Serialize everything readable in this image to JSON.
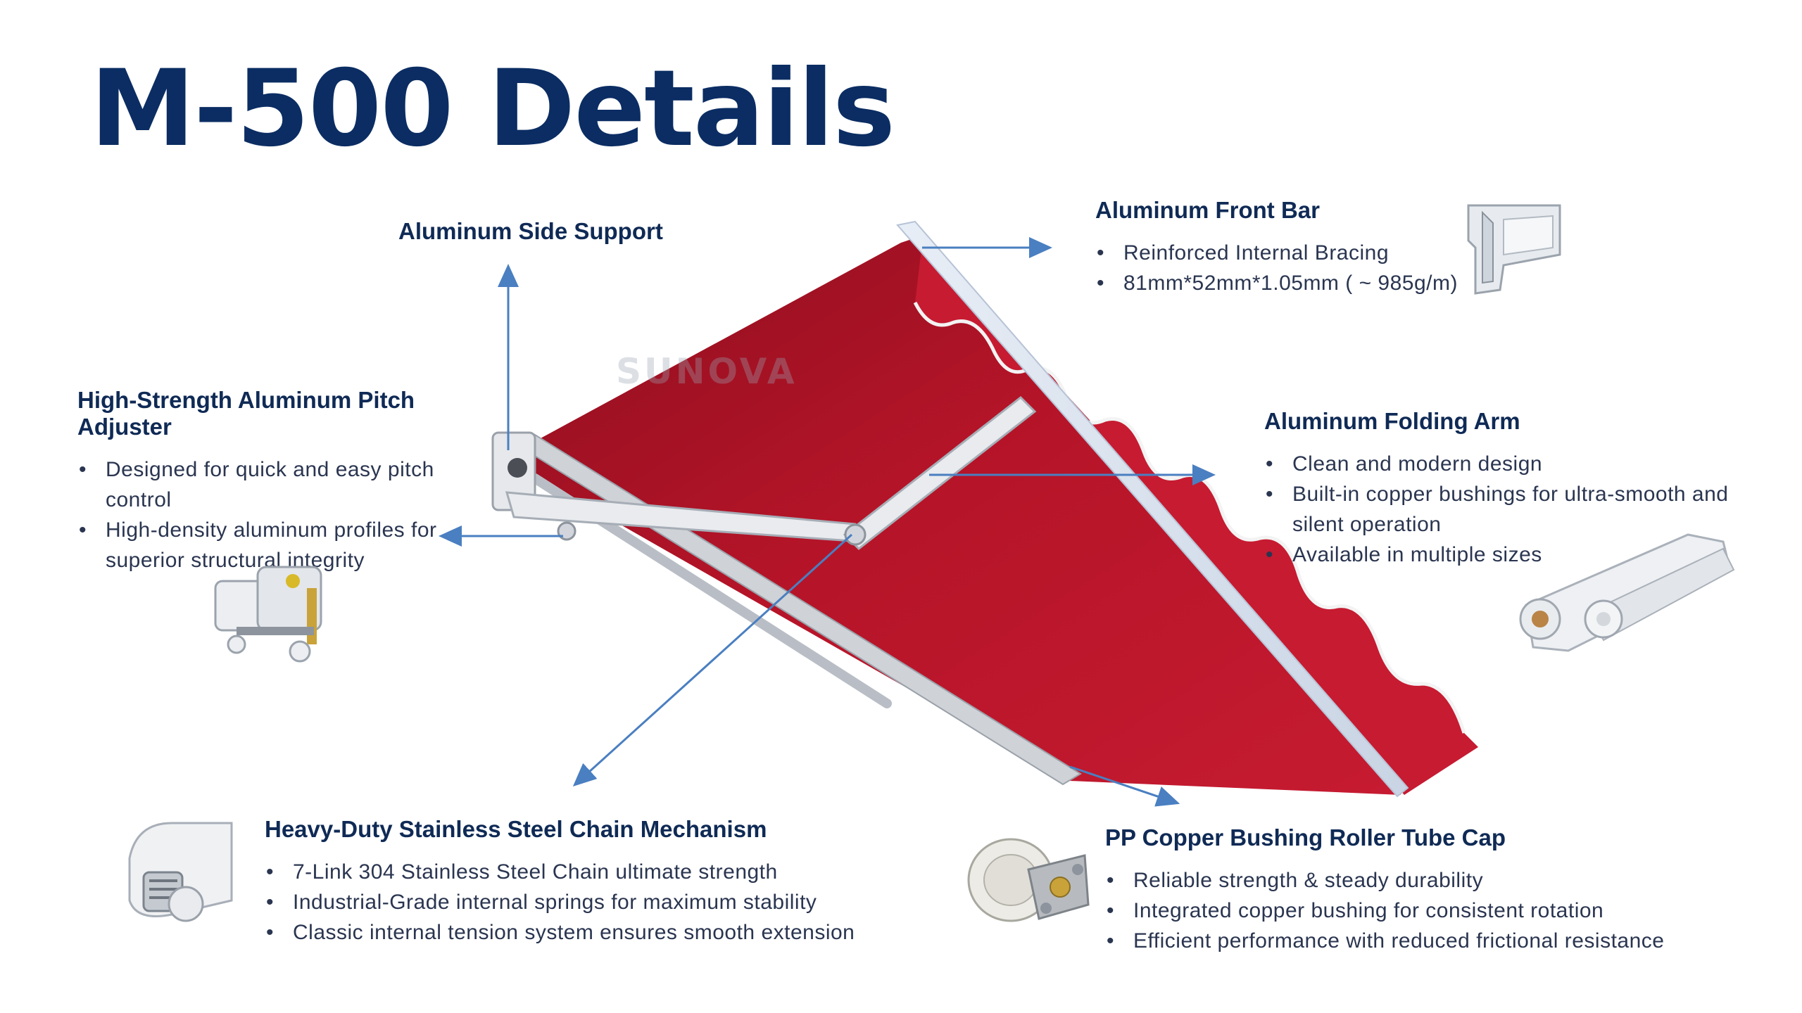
{
  "title": "M-500 Details",
  "watermark": "SUNOVA",
  "colors": {
    "title": "#0b2d63",
    "heading": "#0f2a55",
    "body_text": "#2a3550",
    "fabric": "#b51428",
    "fabric_edge": "#d8354c",
    "pointer_line": "#4a7fc1"
  },
  "features": {
    "side_support": {
      "heading": "Aluminum Side Support"
    },
    "front_bar": {
      "heading": "Aluminum Front Bar",
      "bullets": [
        "Reinforced Internal Bracing",
        "81mm*52mm*1.05mm ( ~ 985g/m)"
      ]
    },
    "pitch_adjuster": {
      "heading": "High-Strength Aluminum Pitch Adjuster",
      "bullets": [
        "Designed for quick and easy pitch control",
        "High-density aluminum profiles for superior structural integrity"
      ]
    },
    "folding_arm": {
      "heading": "Aluminum Folding Arm",
      "bullets": [
        "Clean and modern design",
        "Built-in copper bushings for ultra-smooth and silent operation",
        "Available in multiple sizes"
      ]
    },
    "chain_mechanism": {
      "heading": "Heavy-Duty Stainless Steel Chain Mechanism",
      "bullets": [
        "7-Link 304 Stainless Steel Chain ultimate strength",
        "Industrial-Grade internal springs for maximum stability",
        "Classic internal tension system ensures smooth extension"
      ]
    },
    "roller_cap": {
      "heading": "PP Copper Bushing Roller Tube Cap",
      "bullets": [
        "Reliable strength & steady durability",
        "Integrated copper bushing for consistent rotation",
        "Efficient performance with reduced frictional resistance"
      ]
    }
  },
  "icons": {
    "front_bar_image": "aluminum-profile-icon",
    "pitch_adjuster_image": "bracket-icon",
    "folding_arm_image": "folding-arm-joint-icon",
    "chain_image": "chain-housing-icon",
    "roller_cap_image": "roller-cap-icon"
  }
}
